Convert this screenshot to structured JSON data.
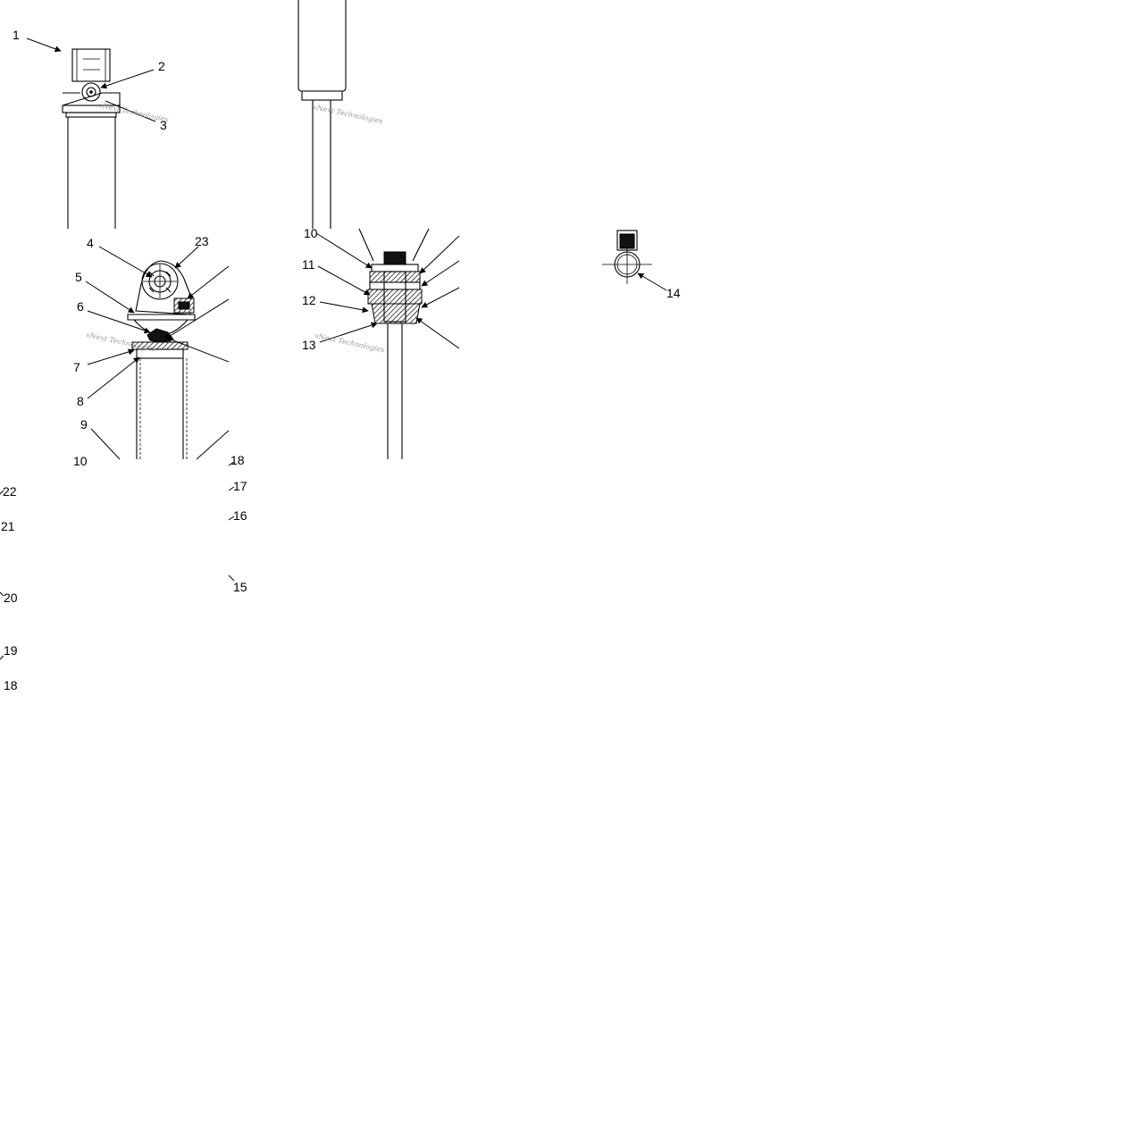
{
  "callouts": {
    "c1": "1",
    "c2": "2",
    "c3": "3",
    "c4": "4",
    "c5": "5",
    "c6": "6",
    "c7": "7",
    "c8": "8",
    "c9": "9",
    "c10a": "10",
    "c10b": "10",
    "c11": "11",
    "c12": "12",
    "c13": "13",
    "c14": "14",
    "c15": "15",
    "c16": "16",
    "c17": "17",
    "c18": "18",
    "c19": "19",
    "c20": "20",
    "c21": "21",
    "c22": "22",
    "c23": "23"
  },
  "watermark": {
    "text": "vNext Technologies"
  }
}
